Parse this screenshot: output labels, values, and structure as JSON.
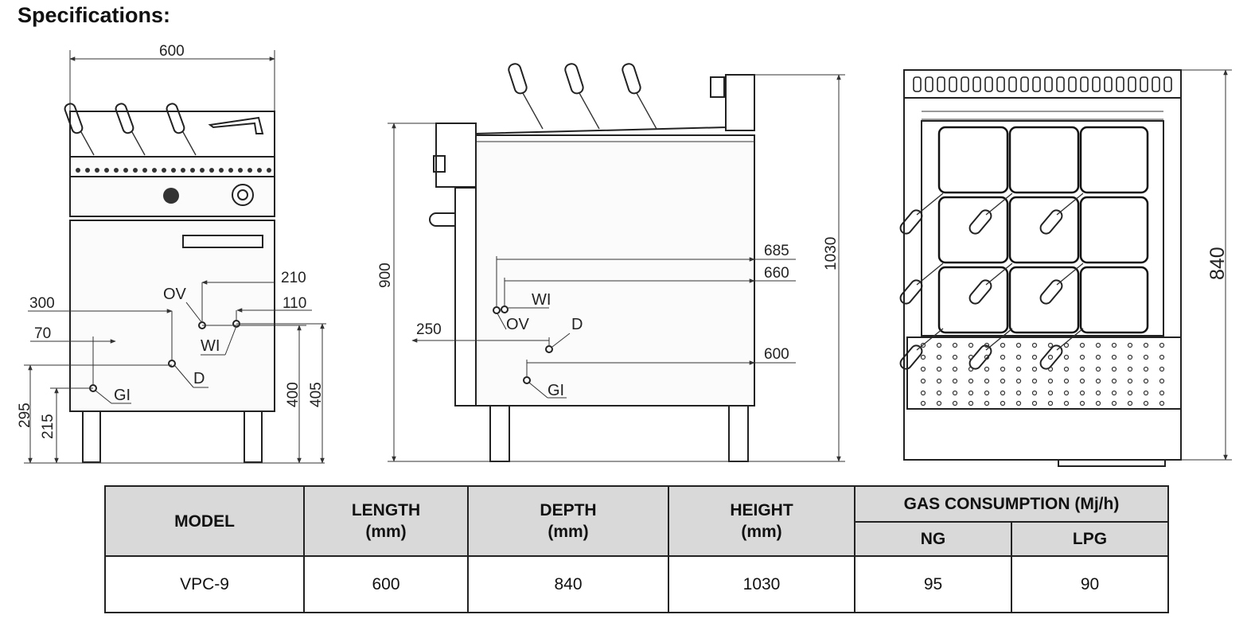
{
  "title": "Specifications:",
  "front_view": {
    "dims": {
      "width": "600",
      "ov_offset": "210",
      "wi_offset": "110",
      "d_offset": "300",
      "gi_offset": "70",
      "gi_height": "295",
      "leg_height": "215",
      "ov_height": "400",
      "wi_height": "405"
    },
    "labels": {
      "ov": "OV",
      "wi": "WI",
      "d": "D",
      "gi": "GI"
    }
  },
  "side_view": {
    "dims": {
      "height_total": "1030",
      "height_body": "900",
      "wi_depth": "685",
      "ov_depth": "660",
      "d_depth": "250",
      "gi_depth": "600"
    },
    "labels": {
      "wi": "WI",
      "ov": "OV",
      "d": "D",
      "gi": "GI"
    }
  },
  "top_view": {
    "dims": {
      "depth": "840"
    }
  },
  "table": {
    "headers": {
      "model": "MODEL",
      "length": "LENGTH",
      "length_unit": "(mm)",
      "depth": "DEPTH",
      "depth_unit": "(mm)",
      "height": "HEIGHT",
      "height_unit": "(mm)",
      "gas": "GAS CONSUMPTION (Mj/h)",
      "ng": "NG",
      "lpg": "LPG"
    },
    "rows": [
      {
        "model": "VPC-9",
        "length": "600",
        "depth": "840",
        "height": "1030",
        "ng": "95",
        "lpg": "90"
      }
    ]
  }
}
